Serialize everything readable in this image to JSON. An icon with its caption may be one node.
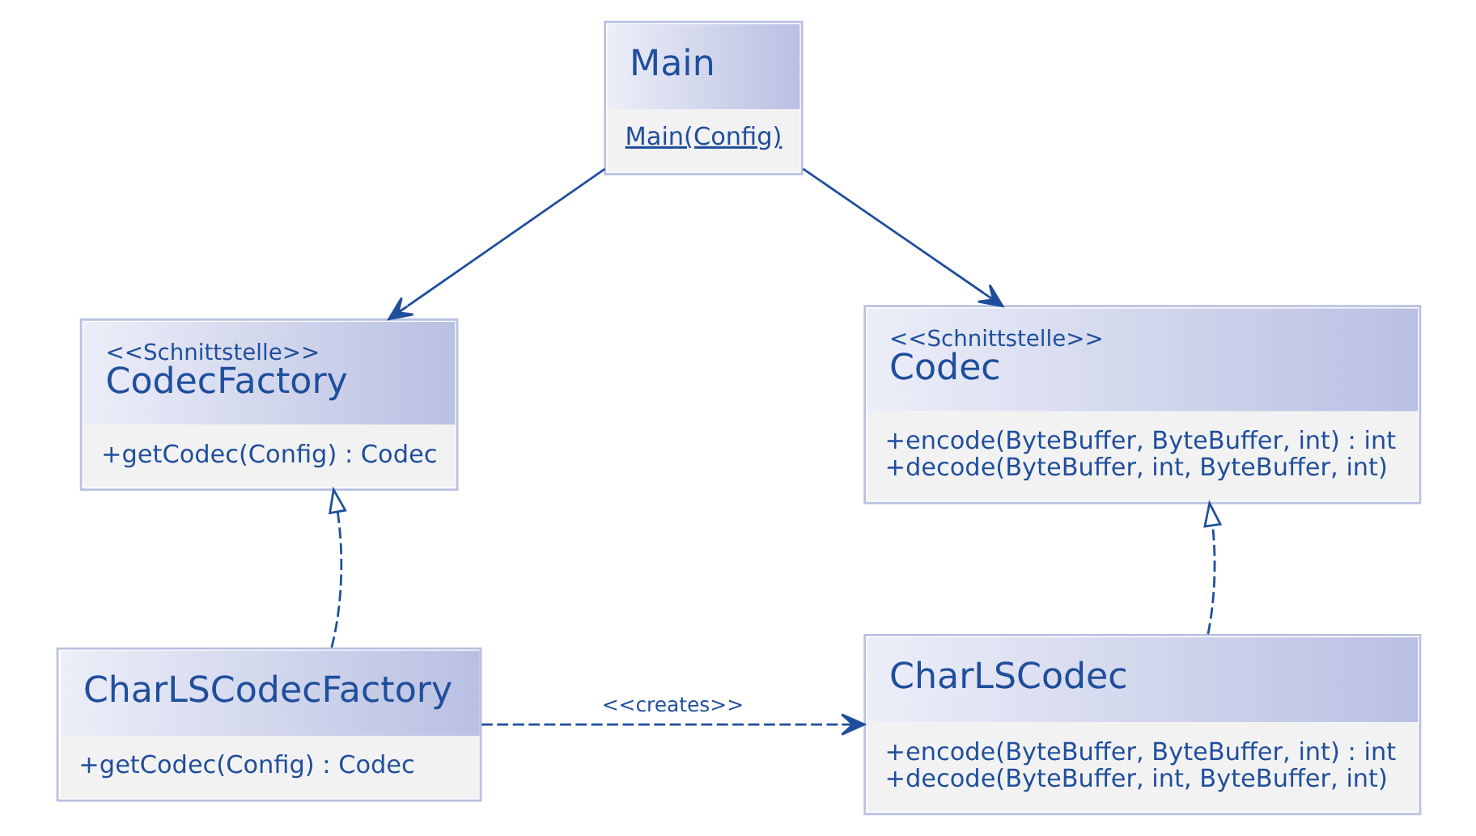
{
  "diagram": {
    "nodes": [
      {
        "text": [
          "Main",
          "Main(Config)"
        ]
      },
      {
        "text": [
          "<<Schnittstelle>>",
          "CodecFactory",
          "+getCodec(Config) : Codec"
        ]
      },
      {
        "text": [
          "<<Schnittstelle>>",
          "Codec",
          "+encode(ByteBuffer, ByteBuffer, int) : int",
          "+decode(ByteBuffer, int, ByteBuffer, int)"
        ]
      },
      {
        "text": [
          "CharLSCodecFactory",
          "+getCodec(Config) : Codec"
        ]
      },
      {
        "text": [
          "CharLSCodec",
          "+encode(ByteBuffer, ByteBuffer, int) : int",
          "+decode(ByteBuffer, int, ByteBuffer, int)"
        ]
      }
    ],
    "edges": [
      {
        "from": 0,
        "to": 1,
        "arrow": "to"
      },
      {
        "from": 0,
        "to": 2,
        "arrow": "to"
      },
      {
        "from": 3,
        "to": 1,
        "arrow": "to",
        "style": "dashed"
      },
      {
        "from": 4,
        "to": 2,
        "arrow": "to",
        "style": "dashed"
      },
      {
        "from": 3,
        "to": 4,
        "arrow": "to",
        "style": "dashed",
        "label": "<<creates>>"
      }
    ]
  }
}
